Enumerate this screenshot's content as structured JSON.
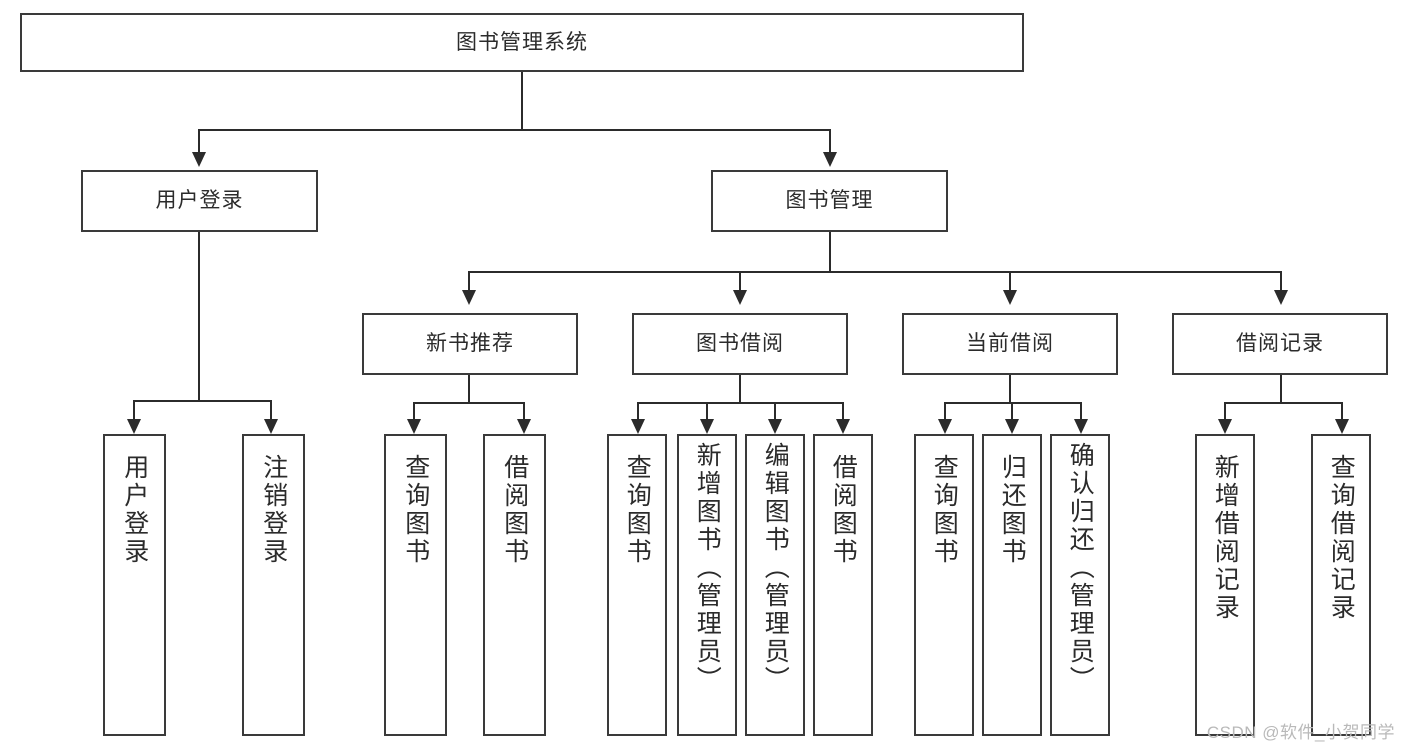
{
  "diagram": {
    "type": "tree-hierarchy-chart",
    "title": "图书管理系统",
    "watermark": "CSDN @软件_小贺同学",
    "colors": {
      "box_border": "#3a3a3a",
      "line": "#2b2b2b",
      "text": "#2b2b2b",
      "background": "#ffffff",
      "watermark": "#b9b9b9"
    },
    "root": {
      "label": "图书管理系统"
    },
    "branches": [
      {
        "id": "user-login",
        "label": "用户登录",
        "children": [
          {
            "id": "user-login-login",
            "label": "用户登录"
          },
          {
            "id": "user-login-logout",
            "label": "注销登录"
          }
        ]
      },
      {
        "id": "book-management",
        "label": "图书管理",
        "children": [
          {
            "id": "new-book-recommend",
            "label": "新书推荐",
            "children": [
              {
                "id": "nbr-query",
                "label": "查询图书"
              },
              {
                "id": "nbr-borrow",
                "label": "借阅图书"
              }
            ]
          },
          {
            "id": "book-borrow",
            "label": "图书借阅",
            "children": [
              {
                "id": "bb-query",
                "label": "查询图书"
              },
              {
                "id": "bb-add",
                "label": "新增图书（管理员）"
              },
              {
                "id": "bb-edit",
                "label": "编辑图书（管理员）"
              },
              {
                "id": "bb-borrow",
                "label": "借阅图书"
              }
            ]
          },
          {
            "id": "current-borrow",
            "label": "当前借阅",
            "children": [
              {
                "id": "cb-query",
                "label": "查询图书"
              },
              {
                "id": "cb-return",
                "label": "归还图书"
              },
              {
                "id": "cb-confirm-return",
                "label": "确认归还（管理员）"
              }
            ]
          },
          {
            "id": "borrow-records",
            "label": "借阅记录",
            "children": [
              {
                "id": "br-add",
                "label": "新增借阅记录"
              },
              {
                "id": "br-query",
                "label": "查询借阅记录"
              }
            ]
          }
        ]
      }
    ]
  }
}
